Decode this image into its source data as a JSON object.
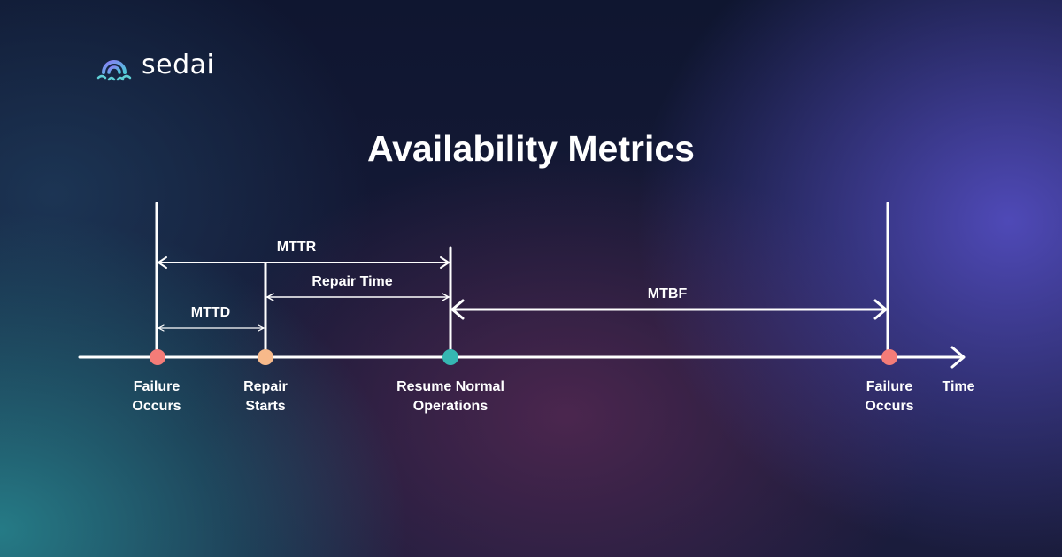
{
  "brand": {
    "name": "sedai",
    "icon": "sedai-logo-icon"
  },
  "title": "Availability Metrics",
  "intervals": {
    "mttr": "MTTR",
    "repair_time": "Repair Time",
    "mttd": "MTTD",
    "mtbf": "MTBF"
  },
  "events": [
    {
      "line1": "Failure",
      "line2": "Occurs",
      "color": "#f47c78"
    },
    {
      "line1": "Repair",
      "line2": "Starts",
      "color": "#f7b98a"
    },
    {
      "line1": "Resume Normal",
      "line2": "Operations",
      "color": "#35b7b2"
    },
    {
      "line1": "Failure",
      "line2": "Occurs",
      "color": "#f47c78"
    }
  ],
  "axis_label": "Time"
}
